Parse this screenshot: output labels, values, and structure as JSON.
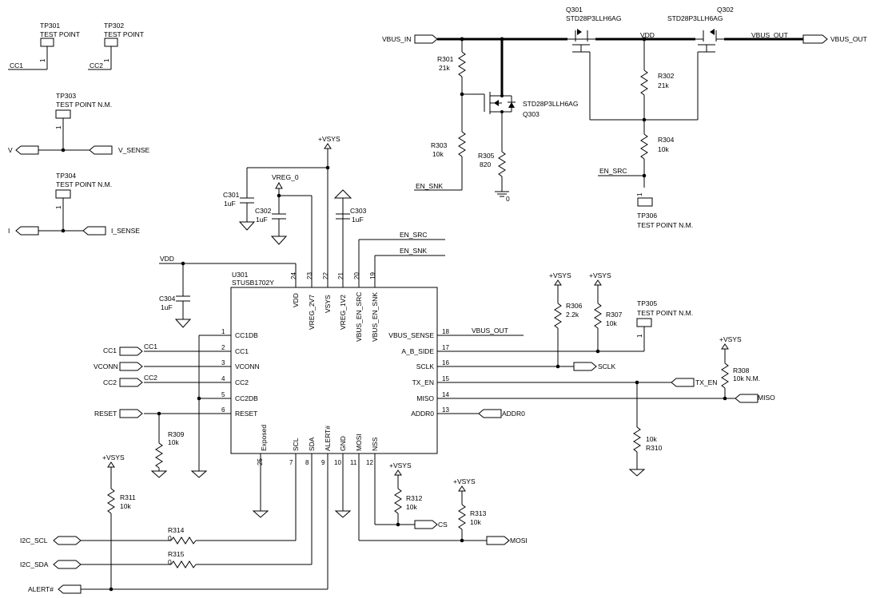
{
  "test_points": {
    "tp301": {
      "ref": "TP301",
      "name": "TEST POINT",
      "pin": "1",
      "net": "CC1"
    },
    "tp302": {
      "ref": "TP302",
      "name": "TEST POINT",
      "pin": "1",
      "net": "CC2"
    },
    "tp303": {
      "ref": "TP303",
      "name": "TEST POINT N.M.",
      "pin": "1",
      "port_left": "V",
      "port_right": "V_SENSE"
    },
    "tp304": {
      "ref": "TP304",
      "name": "TEST POINT N.M.",
      "pin": "1",
      "port_left": "I",
      "port_right": "I_SENSE"
    },
    "tp305": {
      "ref": "TP305",
      "name": "TEST POINT N.M.",
      "pin": "1"
    },
    "tp306": {
      "ref": "TP306",
      "name": "TEST POINT N.M.",
      "pin": "1"
    }
  },
  "ic": {
    "ref": "U301",
    "part": "STUSB1702Y",
    "top_pins": [
      {
        "num": "24",
        "name": "VDD"
      },
      {
        "num": "23",
        "name": "VREG_2V7"
      },
      {
        "num": "22",
        "name": "VSYS"
      },
      {
        "num": "21",
        "name": "VREG_1V2"
      },
      {
        "num": "20",
        "name": "VBUS_EN_SRC"
      },
      {
        "num": "19",
        "name": "VBUS_EN_SNK"
      }
    ],
    "left_pins": [
      {
        "num": "1",
        "name": "CC1DB"
      },
      {
        "num": "2",
        "name": "CC1"
      },
      {
        "num": "3",
        "name": "VCONN"
      },
      {
        "num": "4",
        "name": "CC2"
      },
      {
        "num": "5",
        "name": "CC2DB"
      },
      {
        "num": "6",
        "name": "RESET"
      }
    ],
    "right_pins": [
      {
        "num": "18",
        "name": "VBUS_SENSE"
      },
      {
        "num": "17",
        "name": "A_B_SIDE"
      },
      {
        "num": "16",
        "name": "SCLK"
      },
      {
        "num": "15",
        "name": "TX_EN"
      },
      {
        "num": "14",
        "name": "MISO"
      },
      {
        "num": "13",
        "name": "ADDR0"
      }
    ],
    "bottom_pins": [
      {
        "num": "25",
        "name": "Exposed"
      },
      {
        "num": "7",
        "name": "SCL"
      },
      {
        "num": "8",
        "name": "SDA"
      },
      {
        "num": "9",
        "name": "ALERT#"
      },
      {
        "num": "10",
        "name": "GND"
      },
      {
        "num": "11",
        "name": "MOSI"
      },
      {
        "num": "12",
        "name": "NSS"
      }
    ]
  },
  "mosfets": {
    "q301": {
      "ref": "Q301",
      "part": "STD28P3LLH6AG"
    },
    "q302": {
      "ref": "Q302",
      "part": "STD28P3LLH6AG"
    },
    "q303": {
      "ref": "Q303",
      "part": "STD28P3LLH6AG"
    }
  },
  "resistors": {
    "r301": {
      "ref": "R301",
      "value": "21k"
    },
    "r302": {
      "ref": "R302",
      "value": "21k"
    },
    "r303": {
      "ref": "R303",
      "value": "10k"
    },
    "r304": {
      "ref": "R304",
      "value": "10k"
    },
    "r305": {
      "ref": "R305",
      "value": "820"
    },
    "r306": {
      "ref": "R306",
      "value": "2.2k"
    },
    "r307": {
      "ref": "R307",
      "value": "10k"
    },
    "r308": {
      "ref": "R308",
      "value": "10k N.M."
    },
    "r309": {
      "ref": "R309",
      "value": "10k"
    },
    "r310": {
      "ref": "R310",
      "value": "10k"
    },
    "r311": {
      "ref": "R311",
      "value": "10k"
    },
    "r312": {
      "ref": "R312",
      "value": "10k"
    },
    "r313": {
      "ref": "R313",
      "value": "10k"
    },
    "r314": {
      "ref": "R314",
      "value": "0"
    },
    "r315": {
      "ref": "R315",
      "value": "0"
    }
  },
  "capacitors": {
    "c301": {
      "ref": "C301",
      "value": "1uF"
    },
    "c302": {
      "ref": "C302",
      "value": "1uF"
    },
    "c303": {
      "ref": "C303",
      "value": "1uF"
    },
    "c304": {
      "ref": "C304",
      "value": "1uF"
    }
  },
  "nets": {
    "vbus_in": "VBUS_IN",
    "vbus_out": "VBUS_OUT",
    "vdd": "VDD",
    "vsys": "+VSYS",
    "vreg_0": "VREG_0",
    "en_src": "EN_SRC",
    "en_snk": "EN_SNK",
    "gnd_zero": "0",
    "cc1": "CC1",
    "cc2": "CC2",
    "vconn": "VCONN",
    "reset": "RESET",
    "sclk": "SCLK",
    "tx_en": "TX_EN",
    "miso": "MISO",
    "addr0": "ADDR0",
    "cs": "CS",
    "mosi": "MOSI",
    "i2c_scl": "I2C_SCL",
    "i2c_sda": "I2C_SDA",
    "alert": "ALERT#",
    "vbus_out_wire": "VBUS_OUT"
  }
}
